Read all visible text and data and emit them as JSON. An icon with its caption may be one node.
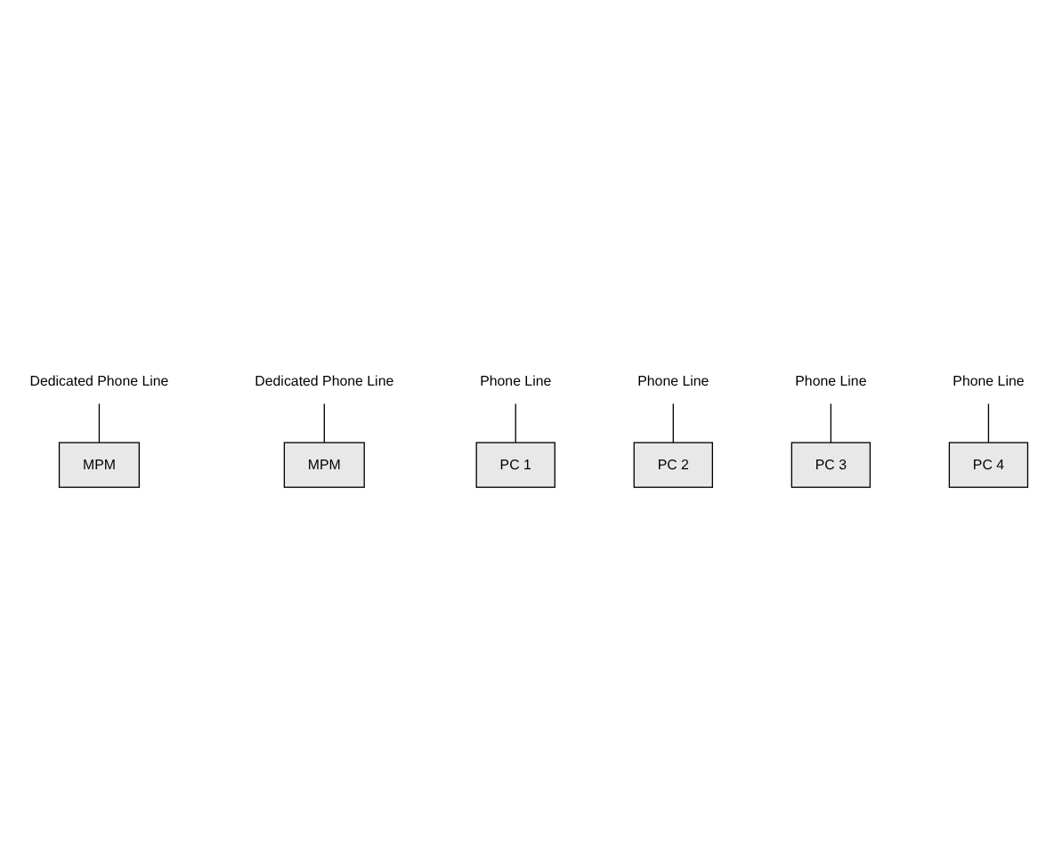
{
  "diagram": {
    "nodes": [
      {
        "text": [
          "MPM"
        ]
      },
      {
        "text": [
          "MPM"
        ]
      },
      {
        "text": [
          "Dedicated Phone Line"
        ]
      },
      {
        "text": [
          "Dedicated Phone Line"
        ]
      },
      {
        "text": [
          "Phone Line"
        ]
      },
      {
        "text": [
          "Phone Line"
        ]
      },
      {
        "text": [
          "PC 1"
        ]
      },
      {
        "text": [
          "PC 2"
        ]
      },
      {
        "text": [
          "Phone Line"
        ]
      },
      {
        "text": [
          "Phone Line"
        ]
      },
      {
        "text": [
          "PC 3"
        ]
      },
      {
        "text": [
          "PC 4"
        ]
      }
    ],
    "edges": [
      {
        "from": 2,
        "to": 0,
        "arrow": "none"
      },
      {
        "from": 3,
        "to": 1,
        "arrow": "none"
      },
      {
        "from": 4,
        "to": 6,
        "arrow": "none"
      },
      {
        "from": 5,
        "to": 7,
        "arrow": "none"
      },
      {
        "from": 8,
        "to": 10,
        "arrow": "none"
      },
      {
        "from": 9,
        "to": 11,
        "arrow": "none"
      }
    ]
  }
}
